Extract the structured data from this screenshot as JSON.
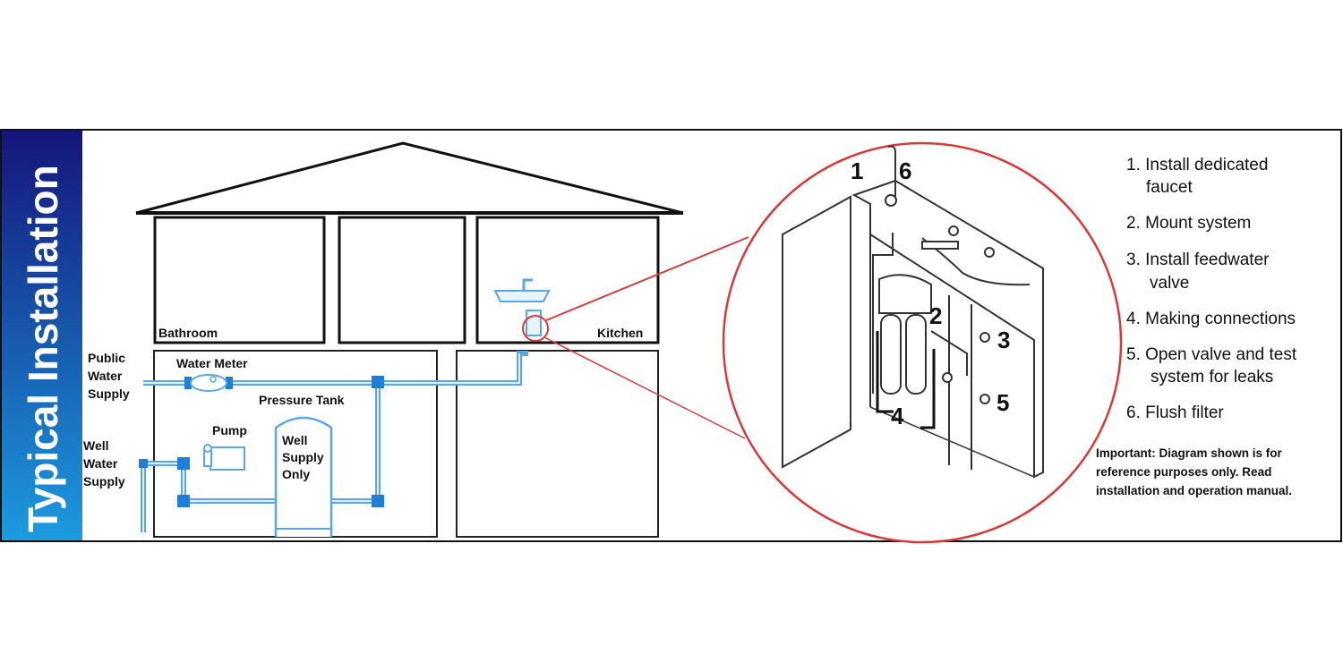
{
  "banner": {
    "title": "Typical Installation"
  },
  "house": {
    "rooms": {
      "bathroom": "Bathroom",
      "kitchen": "Kitchen"
    },
    "labels": {
      "public_water_supply": [
        "Public",
        "Water",
        "Supply"
      ],
      "well_water_supply": [
        "Well",
        "Water",
        "Supply"
      ],
      "water_meter": "Water Meter",
      "pressure_tank": "Pressure Tank",
      "pump": "Pump",
      "tank_note": [
        "Well",
        "Supply",
        "Only"
      ]
    }
  },
  "detail": {
    "callout_numbers": [
      "1",
      "6",
      "2",
      "3",
      "4",
      "5"
    ]
  },
  "steps": [
    [
      "1. Install dedicated",
      "faucet"
    ],
    [
      "2. Mount system"
    ],
    [
      "3. Install feedwater",
      "valve"
    ],
    [
      "4. Making connections"
    ],
    [
      "5. Open valve and test",
      "system for leaks"
    ],
    [
      "6. Flush filter"
    ]
  ],
  "note": [
    "Important: Diagram shown is for",
    "reference purposes only. Read",
    "installation and operation manual."
  ],
  "colors": {
    "banner_top": "#14157a",
    "banner_bottom": "#1c9be0",
    "pipe": "#5aa6e6",
    "fitting": "#1f7fd4",
    "callout": "#d83a3a"
  }
}
